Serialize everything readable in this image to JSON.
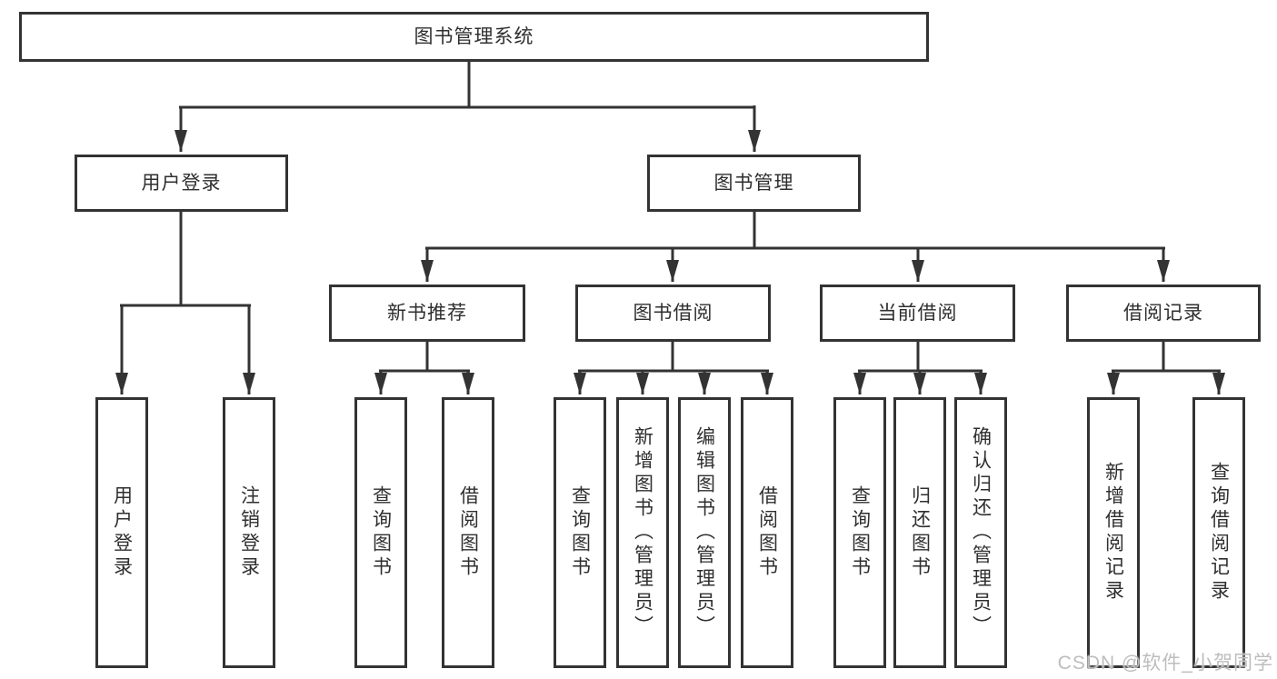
{
  "colors": {
    "line": "#333333",
    "text": "#2f2f2f",
    "watermark": "#bdbdbd",
    "background": "#ffffff"
  },
  "watermark": {
    "text": "CSDN @软件_小贺同学"
  },
  "tree": {
    "label": "图书管理系统",
    "children": [
      {
        "label": "用户登录",
        "children": [
          {
            "label": "用户登录"
          },
          {
            "label": "注销登录"
          }
        ]
      },
      {
        "label": "图书管理",
        "children": [
          {
            "label": "新书推荐",
            "children": [
              {
                "label": "查询图书"
              },
              {
                "label": "借阅图书"
              }
            ]
          },
          {
            "label": "图书借阅",
            "children": [
              {
                "label": "查询图书"
              },
              {
                "label": "新增图书（管理员）"
              },
              {
                "label": "编辑图书（管理员）"
              },
              {
                "label": "借阅图书"
              }
            ]
          },
          {
            "label": "当前借阅",
            "children": [
              {
                "label": "查询图书"
              },
              {
                "label": "归还图书"
              },
              {
                "label": "确认归还（管理员）"
              }
            ]
          },
          {
            "label": "借阅记录",
            "children": [
              {
                "label": "新增借阅记录"
              },
              {
                "label": "查询借阅记录"
              }
            ]
          }
        ]
      }
    ]
  }
}
